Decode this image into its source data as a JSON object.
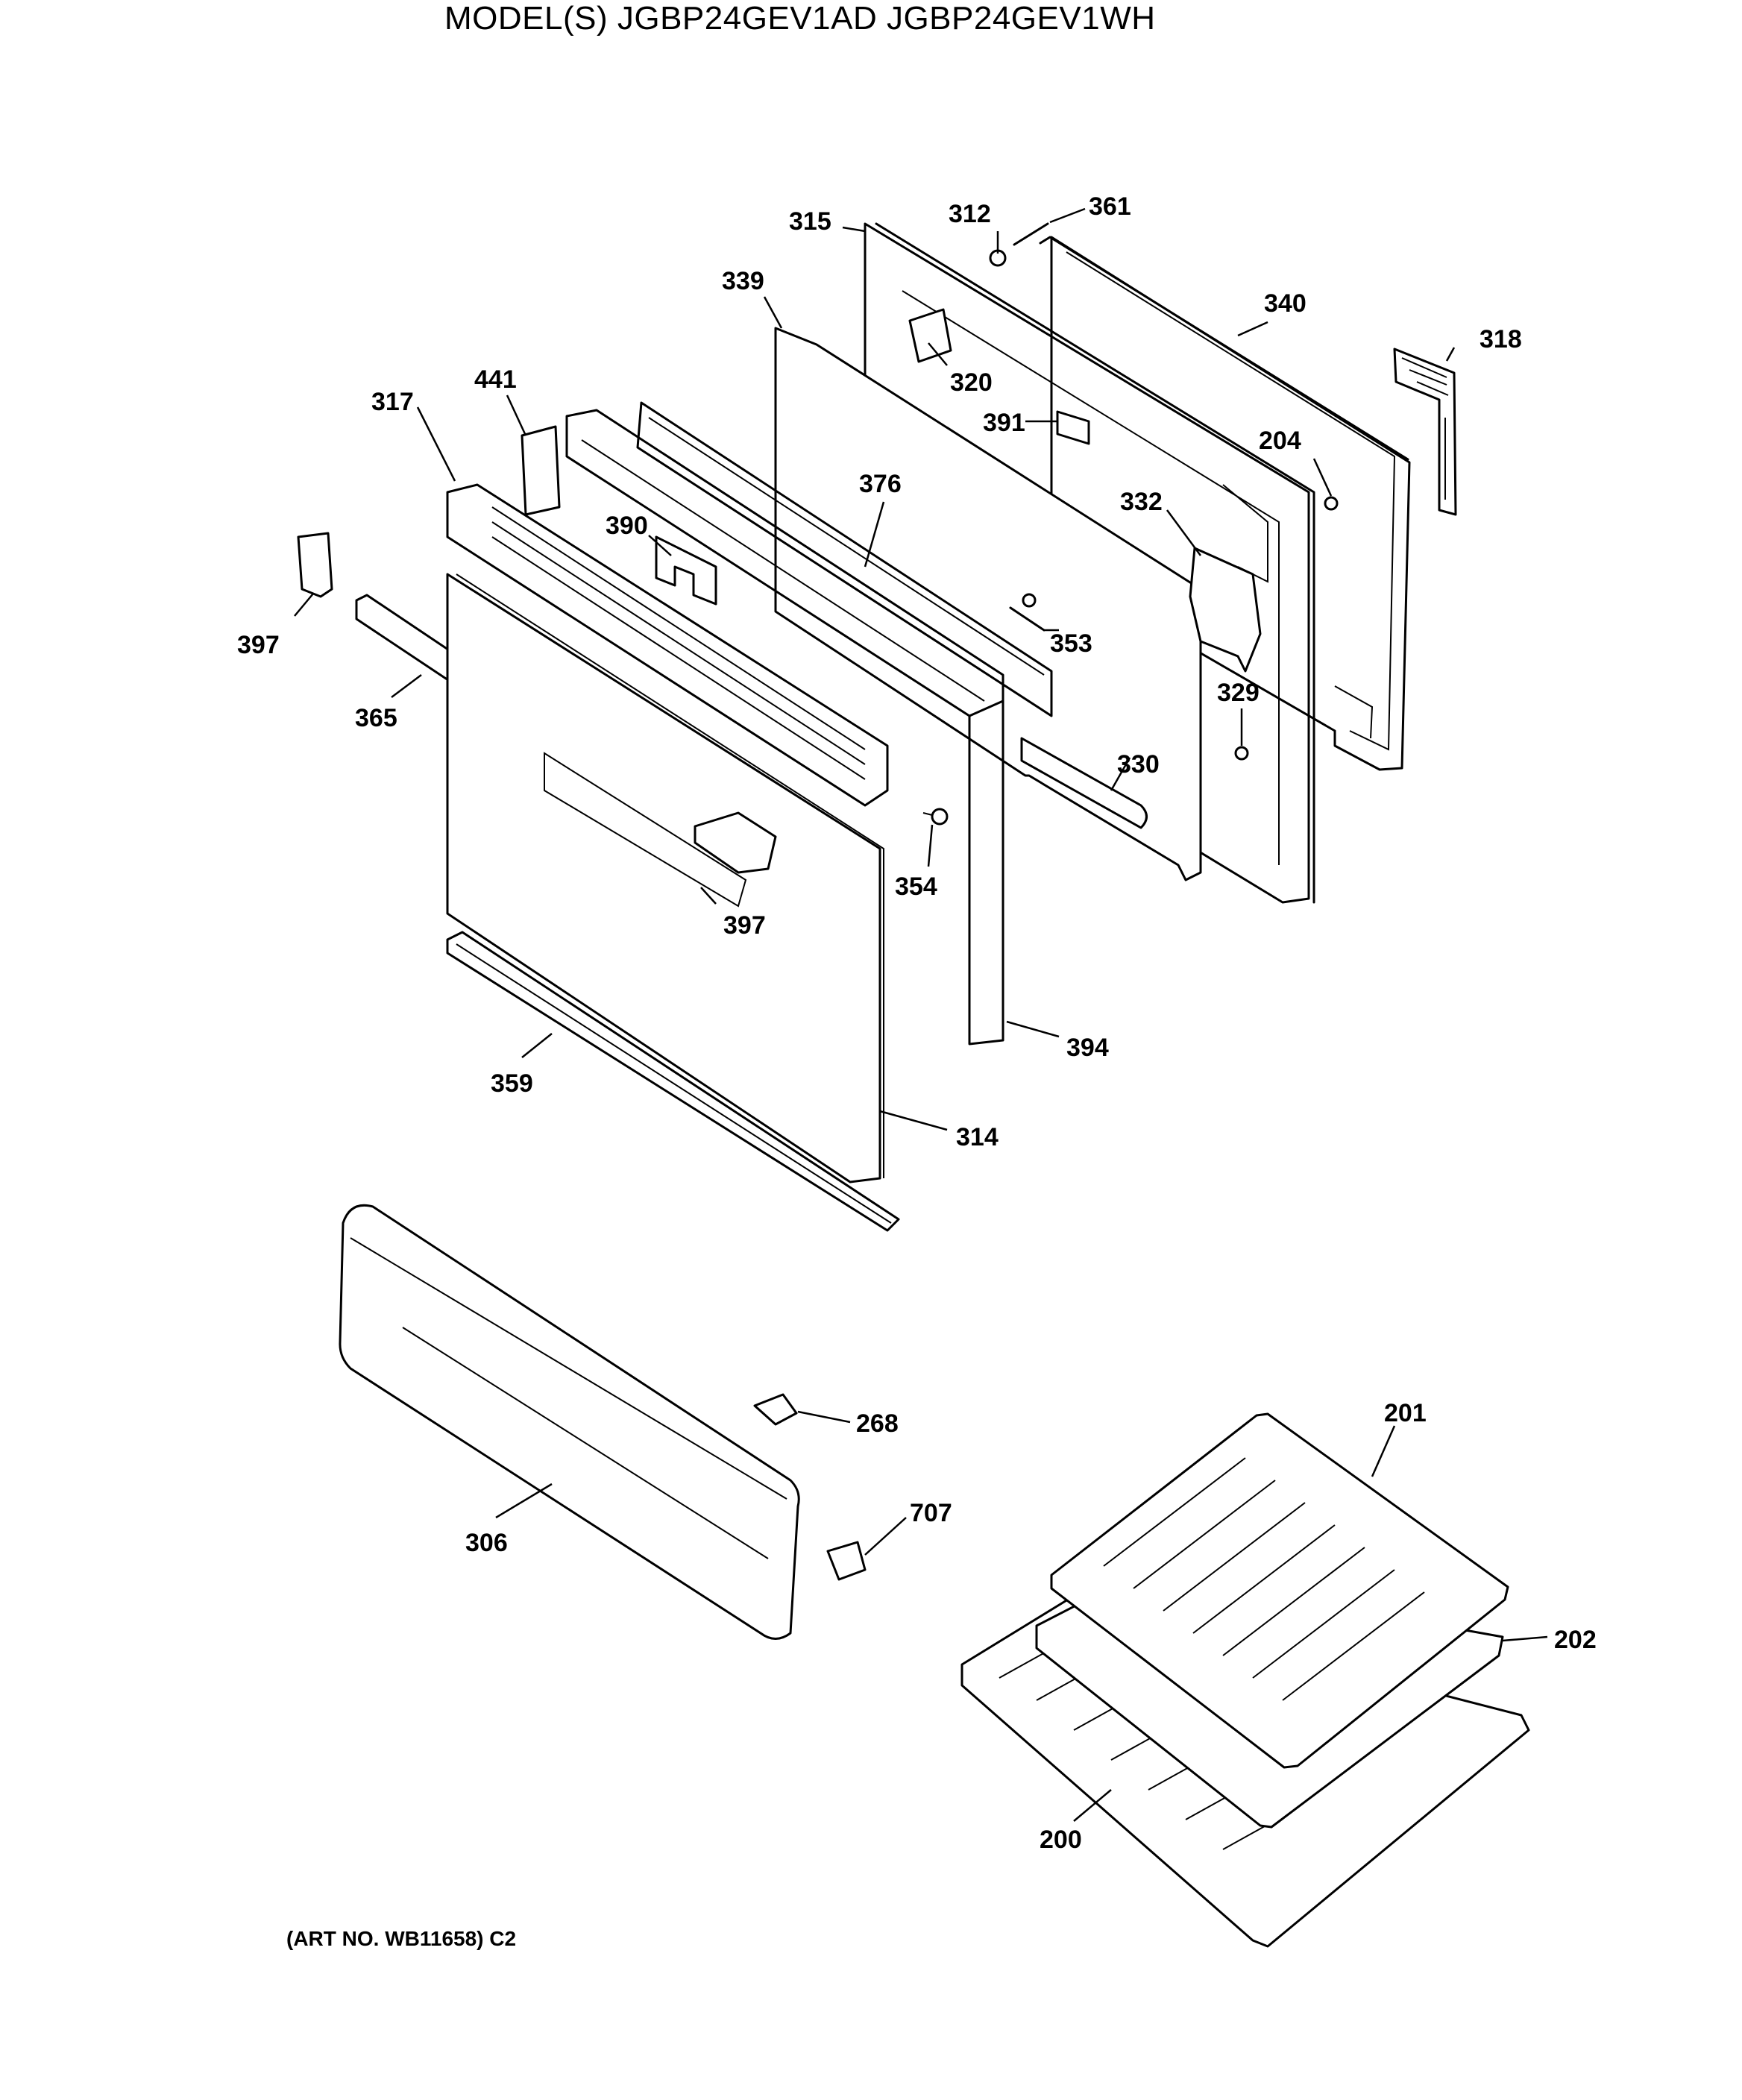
{
  "title": "MODEL(S) JGBP24GEV1AD  JGBP24GEV1WH",
  "art_number": "(ART NO. WB11658) C2",
  "callouts": {
    "p315": "315",
    "p312": "312",
    "p361": "361",
    "p339": "339",
    "p340": "340",
    "p318": "318",
    "p320": "320",
    "p441": "441",
    "p317": "317",
    "p391": "391",
    "p204": "204",
    "p376": "376",
    "p390": "390",
    "p332": "332",
    "p397a": "397",
    "p353": "353",
    "p365": "365",
    "p329": "329",
    "p330": "330",
    "p354": "354",
    "p397b": "397",
    "p394": "394",
    "p359": "359",
    "p314": "314",
    "p268": "268",
    "p201": "201",
    "p707": "707",
    "p306": "306",
    "p202": "202",
    "p200": "200"
  }
}
